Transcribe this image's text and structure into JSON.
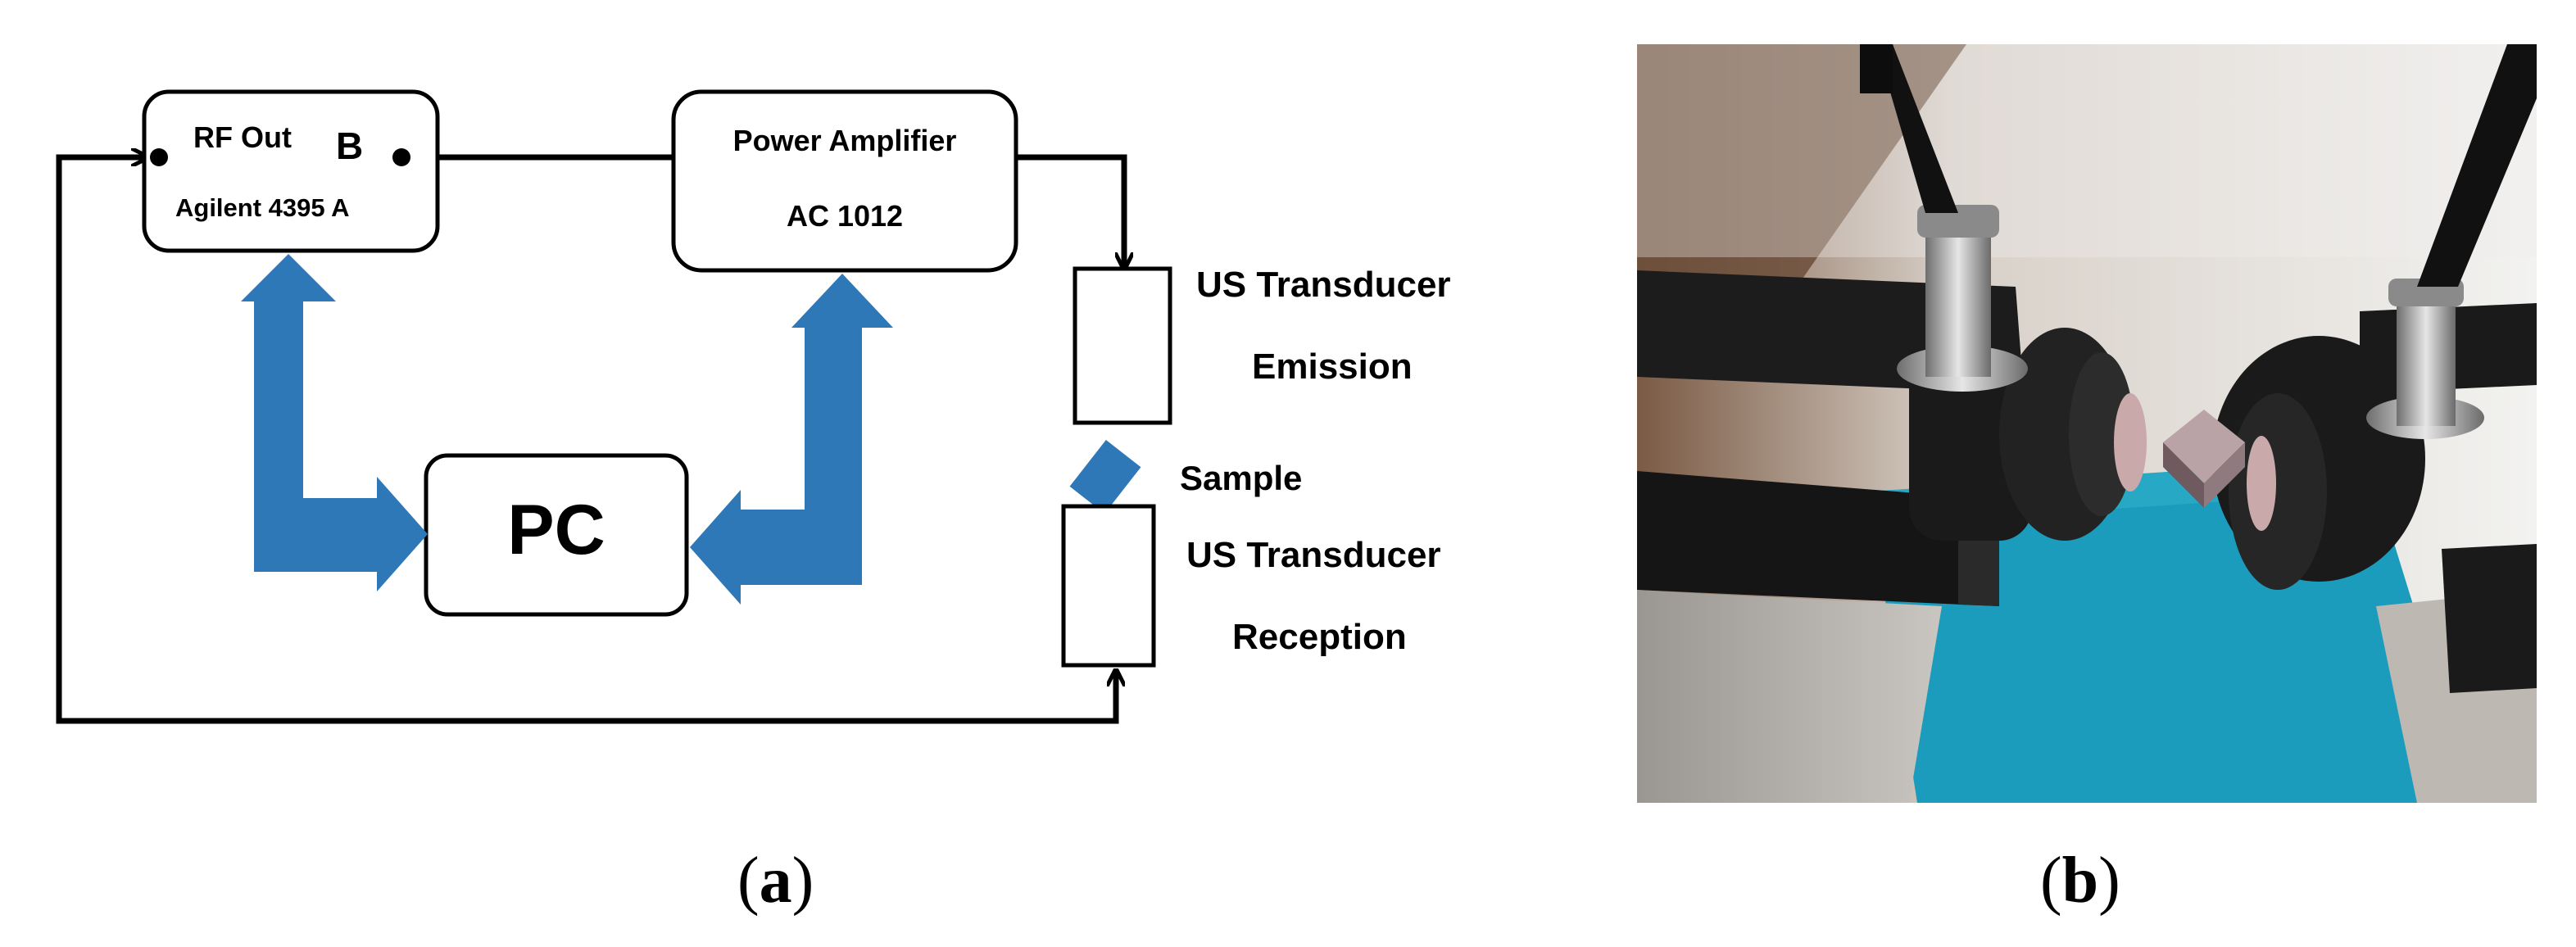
{
  "diagram": {
    "rf_box": {
      "line1": "RF Out",
      "port": "B",
      "line2": "Agilent 4395 A"
    },
    "amp_box": {
      "line1": "Power Amplifier",
      "line2": "AC 1012"
    },
    "pc_box": {
      "label": "PC"
    },
    "emission": {
      "line1": "US Transducer",
      "line2": "Emission"
    },
    "sample": {
      "label": "Sample"
    },
    "reception": {
      "line1": "US Transducer",
      "line2": "Reception"
    }
  },
  "captions": {
    "a": "a",
    "b": "b"
  },
  "colors": {
    "bus_arrow": "#2e78b7",
    "line": "#000000",
    "foam": "#1c9cbc"
  }
}
